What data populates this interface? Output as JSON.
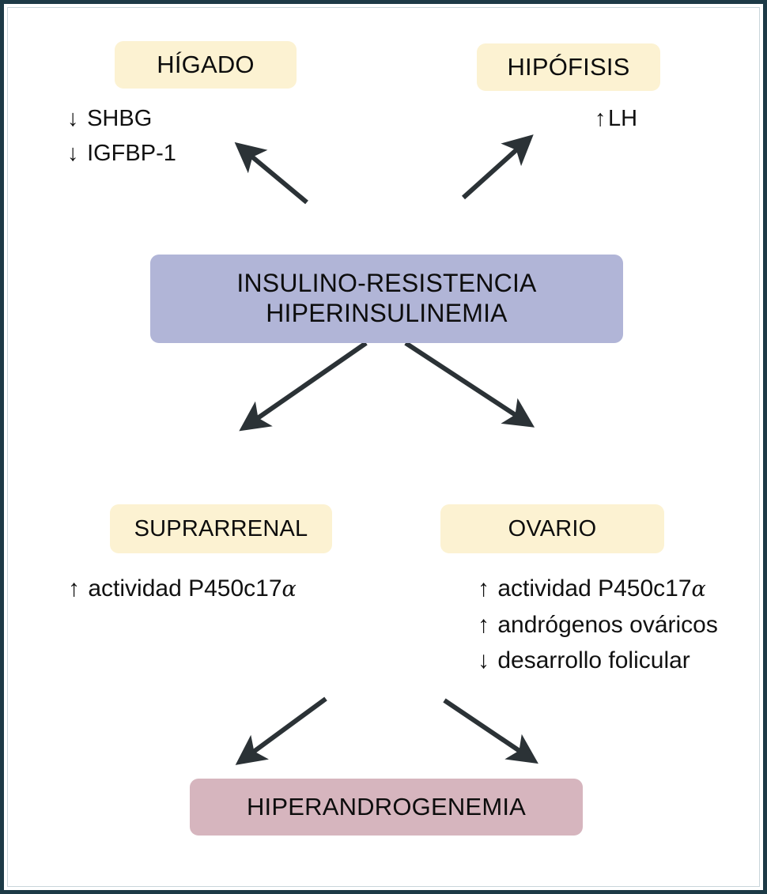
{
  "diagram": {
    "title_text_color": "#0d0d0d",
    "frame_color": "#1d3a46",
    "background": "#ffffff"
  },
  "nodes": {
    "liver": {
      "label": "HÍGADO",
      "color": "#fcf2d2",
      "notes": [
        {
          "marker": "↓",
          "text": "SHBG"
        },
        {
          "marker": "↓",
          "text": "IGFBP-1"
        }
      ]
    },
    "pituitary": {
      "label": "HIPÓFISIS",
      "color": "#fcf2d2",
      "notes": [
        {
          "marker": "↑",
          "text": "LH"
        }
      ]
    },
    "center": {
      "line1": "INSULINO-RESISTENCIA",
      "line2": "HIPERINSULINEMIA",
      "color": "#b1b5d7"
    },
    "adrenal": {
      "label": "SUPRARRENAL",
      "color": "#fcf2d2",
      "notes": [
        {
          "marker": "↑",
          "text": "actividad P450c17",
          "symbol": "α"
        }
      ]
    },
    "ovary": {
      "label": "OVARIO",
      "color": "#fcf2d2",
      "notes": [
        {
          "marker": "↑",
          "text": "actividad P450c17",
          "symbol": "α"
        },
        {
          "marker": "↑",
          "text": "andrógenos ováricos",
          "symbol": ""
        },
        {
          "marker": "↓",
          "text": "desarrollo folicular",
          "symbol": ""
        }
      ]
    },
    "outcome": {
      "label": "HIPERANDROGENEMIA",
      "color": "#d6b5be"
    }
  },
  "arrows": {
    "color": "#2b3236",
    "items": [
      {
        "name": "arrow-center-to-liver",
        "from": "center",
        "to": "liver"
      },
      {
        "name": "arrow-center-to-pituitary",
        "from": "center",
        "to": "pituitary"
      },
      {
        "name": "arrow-center-to-adrenal",
        "from": "center",
        "to": "adrenal"
      },
      {
        "name": "arrow-center-to-ovary",
        "from": "center",
        "to": "ovary"
      },
      {
        "name": "arrow-adrenal-to-outcome",
        "from": "adrenal",
        "to": "outcome"
      },
      {
        "name": "arrow-ovary-to-outcome",
        "from": "ovary",
        "to": "outcome"
      }
    ]
  }
}
